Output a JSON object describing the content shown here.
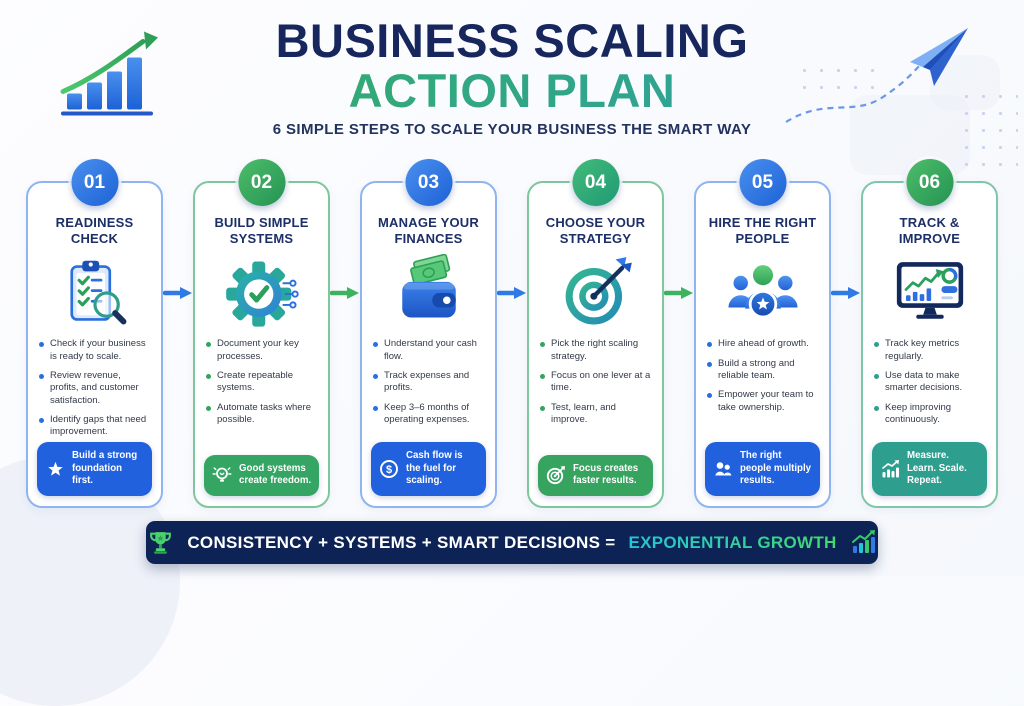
{
  "header": {
    "title_line1": "BUSINESS SCALING",
    "title_line2": "ACTION PLAN",
    "subtitle": "6 SIMPLE STEPS TO SCALE YOUR BUSINESS THE SMART WAY",
    "decor_icons": [
      "growth-bar-chart-icon",
      "paper-plane-icon"
    ]
  },
  "steps": [
    {
      "number": "01",
      "title": "READINESS CHECK",
      "icon": "clipboard-checklist-magnifier-icon",
      "accent_color": "#2a6fe0",
      "border_color": "#8fb4ef",
      "circle_gradient": [
        "#4a90ee",
        "#1d62d6"
      ],
      "bullets": [
        "Check if your business is ready to scale.",
        "Review revenue, profits, and customer satisfaction.",
        "Identify gaps that need improvement."
      ],
      "callout": {
        "icon": "star-icon",
        "text": "Build a strong foundation first.",
        "bg_color": "#2261de"
      }
    },
    {
      "number": "02",
      "title": "BUILD SIMPLE SYSTEMS",
      "icon": "gear-checkmark-icon",
      "accent_color": "#33a45f",
      "border_color": "#7ec79a",
      "circle_gradient": [
        "#4dbd6a",
        "#259353"
      ],
      "bullets": [
        "Document your key processes.",
        "Create repeatable systems.",
        "Automate tasks where possible."
      ],
      "callout": {
        "icon": "lightbulb-icon",
        "text": "Good systems create freedom.",
        "bg_color": "#34a562"
      }
    },
    {
      "number": "03",
      "title": "MANAGE YOUR FINANCES",
      "icon": "wallet-cash-icon",
      "accent_color": "#2a6fe0",
      "border_color": "#8fb4ef",
      "circle_gradient": [
        "#4a90ee",
        "#1d62d6"
      ],
      "bullets": [
        "Understand your cash flow.",
        "Track expenses and profits.",
        "Keep 3–6 months of operating expenses."
      ],
      "callout": {
        "icon": "dollar-circle-icon",
        "text": "Cash flow is the fuel for scaling.",
        "bg_color": "#2261de"
      }
    },
    {
      "number": "04",
      "title": "CHOOSE YOUR STRATEGY",
      "icon": "target-dart-icon",
      "accent_color": "#33a45f",
      "border_color": "#7ec79a",
      "circle_gradient": [
        "#43bb78",
        "#1f9a76"
      ],
      "bullets": [
        "Pick the right scaling strategy.",
        "Focus on one lever at a time.",
        "Test, learn, and improve."
      ],
      "callout": {
        "icon": "target-icon",
        "text": "Focus creates faster results.",
        "bg_color": "#36a35f"
      }
    },
    {
      "number": "05",
      "title": "HIRE THE RIGHT PEOPLE",
      "icon": "team-star-icon",
      "accent_color": "#2a6fe0",
      "border_color": "#8fb4ef",
      "circle_gradient": [
        "#4a90ee",
        "#1d62d6"
      ],
      "bullets": [
        "Hire ahead of growth.",
        "Build a strong and reliable team.",
        "Empower your team to take ownership."
      ],
      "callout": {
        "icon": "people-icon",
        "text": "The right people multiply results.",
        "bg_color": "#2261de"
      }
    },
    {
      "number": "06",
      "title": "TRACK & IMPROVE",
      "icon": "analytics-monitor-icon",
      "accent_color": "#2e9e8f",
      "border_color": "#7ec7a9",
      "circle_gradient": [
        "#4dbd6a",
        "#259353"
      ],
      "bullets": [
        "Track key metrics regularly.",
        "Use data to make smarter decisions.",
        "Keep improving continuously."
      ],
      "callout": {
        "icon": "growth-chart-icon",
        "text": "Measure. Learn. Scale. Repeat.",
        "bg_color": "#2e9e8f"
      }
    }
  ],
  "connectors": [
    {
      "color": "#2f7ae5"
    },
    {
      "color": "#3cb45f"
    },
    {
      "color": "#2f7ae5"
    },
    {
      "color": "#3cb45f"
    },
    {
      "color": "#2f7ae5"
    }
  ],
  "banner": {
    "icon_left": "trophy-icon",
    "text_main": "CONSISTENCY + SYSTEMS + SMART DECISIONS =",
    "text_highlight": "EXPONENTIAL GROWTH",
    "icon_right": "mini-bar-chart-icon",
    "bg_color": "#0e2355",
    "highlight_gradient": [
      "#25c4d8",
      "#43d96d"
    ]
  },
  "colors": {
    "navy": "#17265c",
    "blue": "#2a6fe0",
    "green": "#33a45f",
    "teal": "#2e9e8f",
    "title_gradient": [
      "#37ae5b",
      "#2b9fae"
    ]
  }
}
